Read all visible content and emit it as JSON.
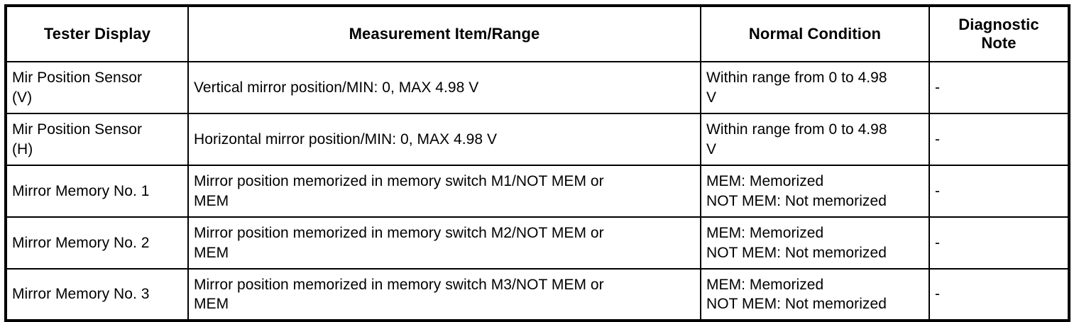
{
  "table": {
    "columns": [
      {
        "key": "tester",
        "label": "Tester Display"
      },
      {
        "key": "measure",
        "label": "Measurement Item/Range"
      },
      {
        "key": "normal",
        "label": "Normal Condition"
      },
      {
        "key": "note",
        "label": "Diagnostic\nNote"
      }
    ],
    "rows": [
      {
        "tester": "Mir Position Sensor\n(V)",
        "measure": "Vertical mirror position/MIN: 0, MAX 4.98 V",
        "normal": "Within range from 0 to 4.98\nV",
        "note": "-"
      },
      {
        "tester": "Mir Position Sensor\n(H)",
        "measure": "Horizontal mirror position/MIN: 0, MAX 4.98 V",
        "normal": "Within range from 0 to 4.98\nV",
        "note": "-"
      },
      {
        "tester": "Mirror Memory No. 1",
        "measure": "Mirror position memorized in memory switch M1/NOT MEM or\nMEM",
        "normal": "MEM: Memorized\nNOT MEM: Not memorized",
        "note": "-"
      },
      {
        "tester": "Mirror Memory No. 2",
        "measure": "Mirror position memorized in memory switch M2/NOT MEM or\nMEM",
        "normal": "MEM: Memorized\nNOT MEM: Not memorized",
        "note": "-"
      },
      {
        "tester": "Mirror Memory No. 3",
        "measure": "Mirror position memorized in memory switch M3/NOT MEM or\nMEM",
        "normal": "MEM: Memorized\nNOT MEM: Not memorized",
        "note": "-"
      }
    ]
  },
  "colors": {
    "background": "#ffffff",
    "text": "#000000",
    "border": "#000000"
  }
}
